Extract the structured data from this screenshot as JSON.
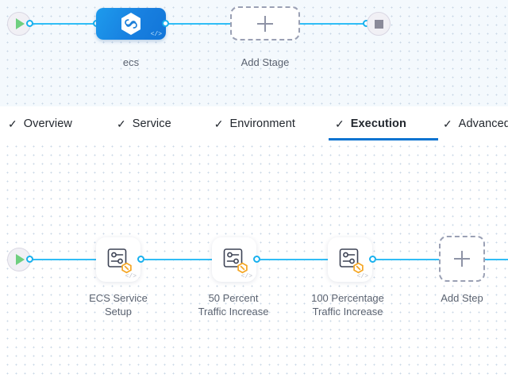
{
  "app": {
    "accent_blue": "#0b73d0",
    "edge_color": "#30bdf6",
    "stage_node_color": "#1880e0",
    "badge_orange": "#f5a623",
    "canvas_top_bg": "#f4f9fd",
    "canvas_bottom_bg": "#ffffff"
  },
  "stage_graph": {
    "start_node": {
      "name": "start",
      "icon": "play-icon"
    },
    "end_node": {
      "name": "end",
      "icon": "stop-icon"
    },
    "stages": [
      {
        "label": "ecs",
        "icon": "harness-hexagon-icon",
        "corner_icon": "code-icon",
        "selected": true
      }
    ],
    "add_stage": {
      "label": "Add Stage",
      "icon": "plus-icon"
    }
  },
  "tabs": {
    "check_glyph": "✓",
    "items": [
      {
        "label": "Overview",
        "active": false
      },
      {
        "label": "Service",
        "active": false
      },
      {
        "label": "Environment",
        "active": false
      },
      {
        "label": "Execution",
        "active": true
      },
      {
        "label": "Advanced",
        "active": false
      }
    ]
  },
  "step_graph": {
    "start_node": {
      "name": "start",
      "icon": "play-icon"
    },
    "steps": [
      {
        "label": "ECS Service\nSetup",
        "icon": "settings-sliders-icon",
        "badge": "hexagon-badge-icon",
        "corner_icon": "code-icon"
      },
      {
        "label": "50 Percent\nTraffic Increase",
        "icon": "settings-sliders-icon",
        "badge": "hexagon-badge-icon",
        "corner_icon": "code-icon"
      },
      {
        "label": "100 Percentage\nTraffic Increase",
        "icon": "settings-sliders-icon",
        "badge": "hexagon-badge-icon",
        "corner_icon": "code-icon"
      }
    ],
    "add_step": {
      "label": "Add Step",
      "icon": "plus-icon"
    }
  }
}
